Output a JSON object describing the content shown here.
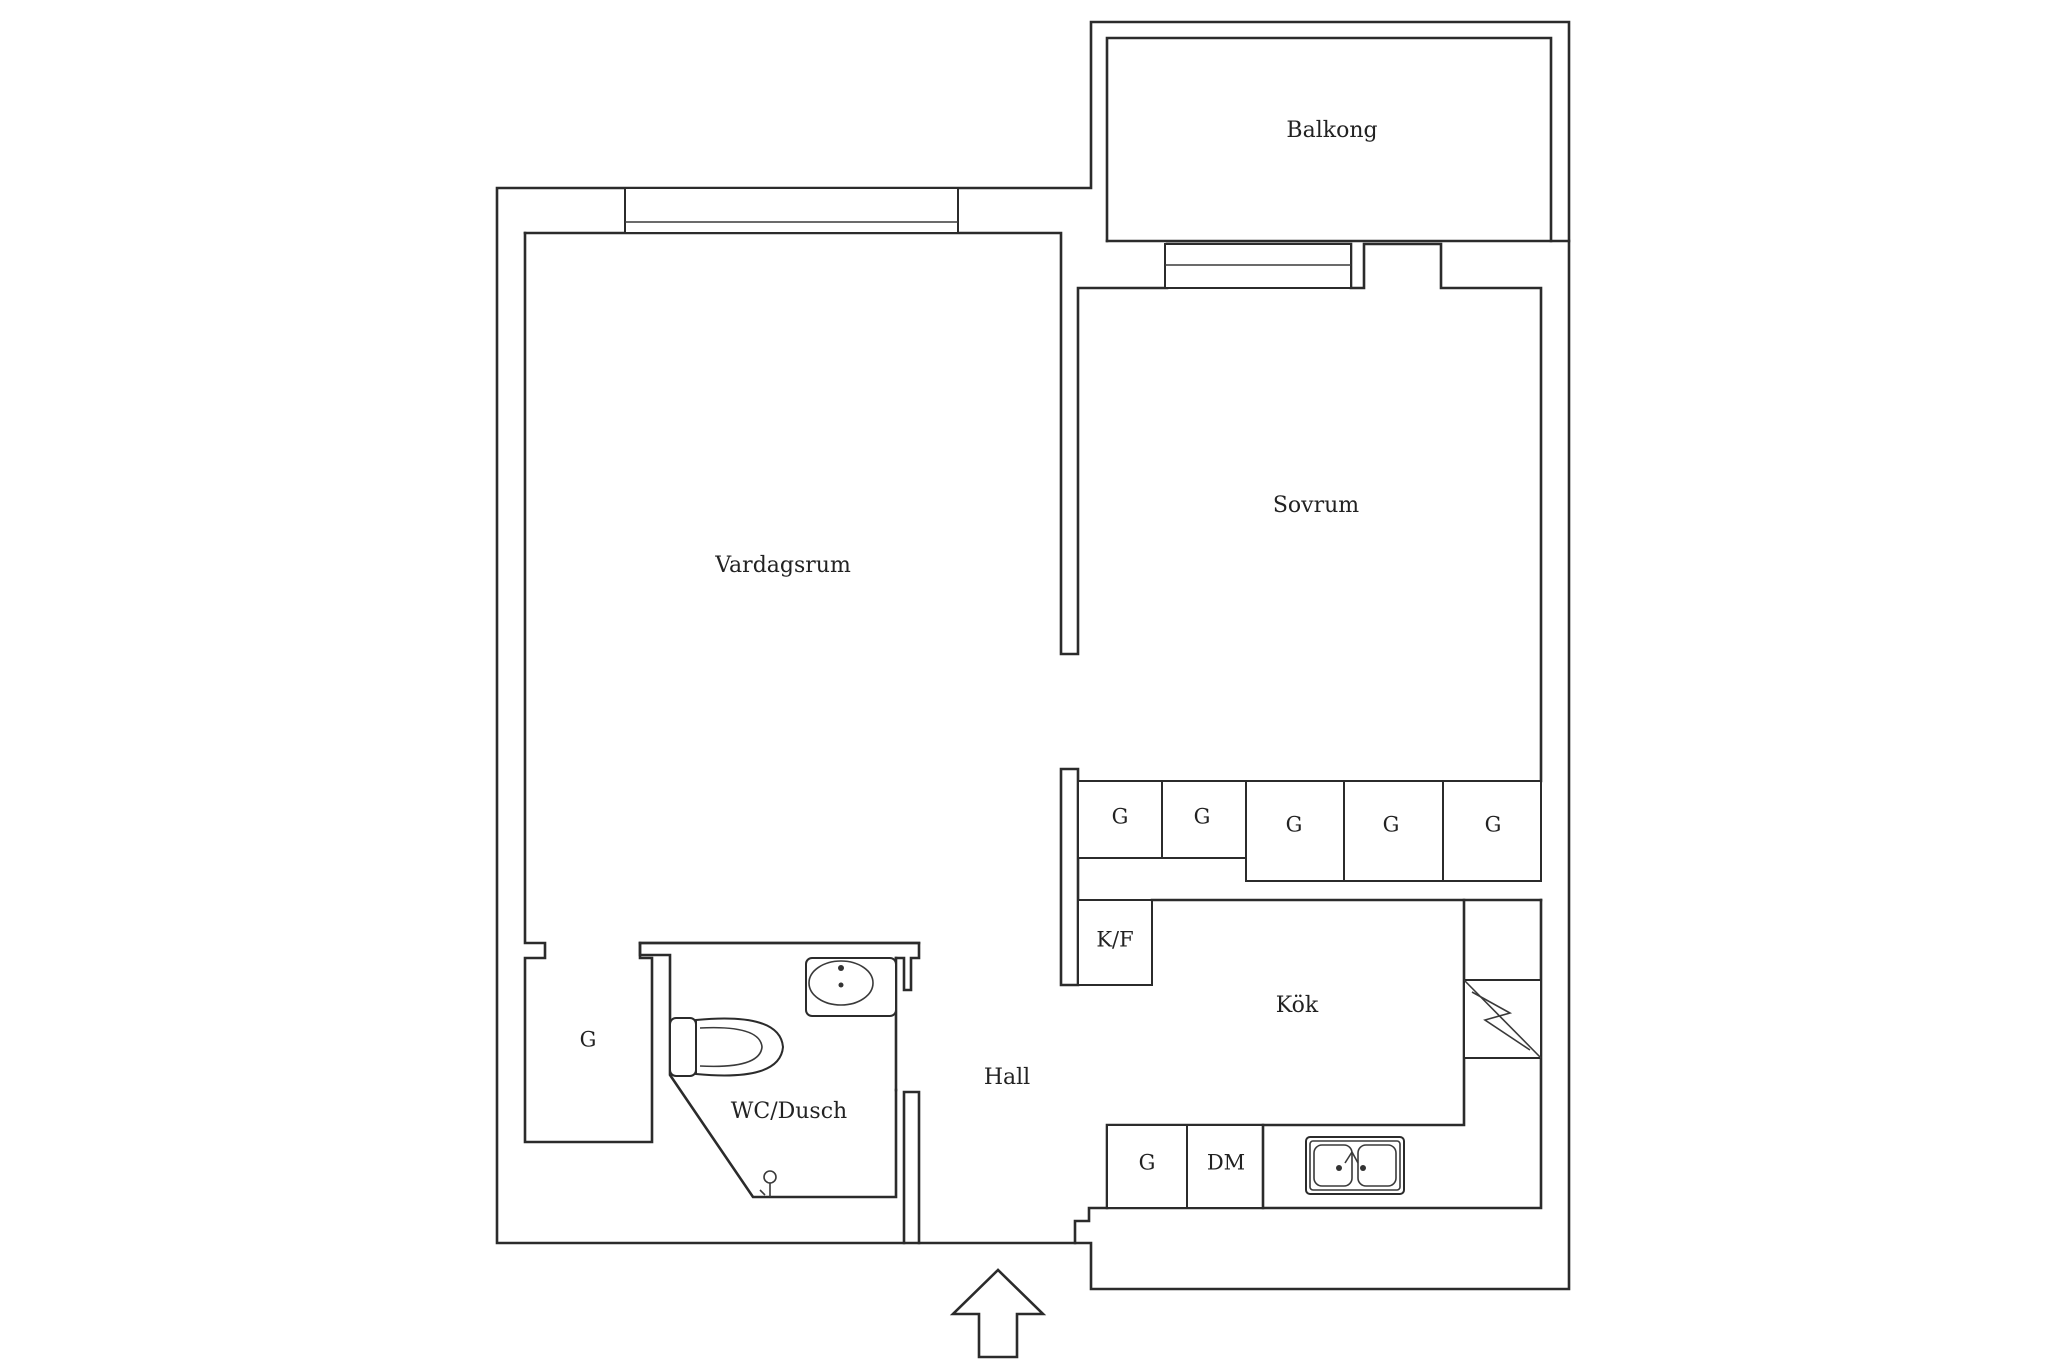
{
  "rooms": {
    "balkong": "Balkong",
    "sovrum": "Sovrum",
    "vardagsrum": "Vardagsrum",
    "kok": "Kök",
    "hall": "Hall",
    "wc": "WC/Dusch"
  },
  "fixtures": {
    "g": "G",
    "kf": "K/F",
    "dm": "DM"
  }
}
